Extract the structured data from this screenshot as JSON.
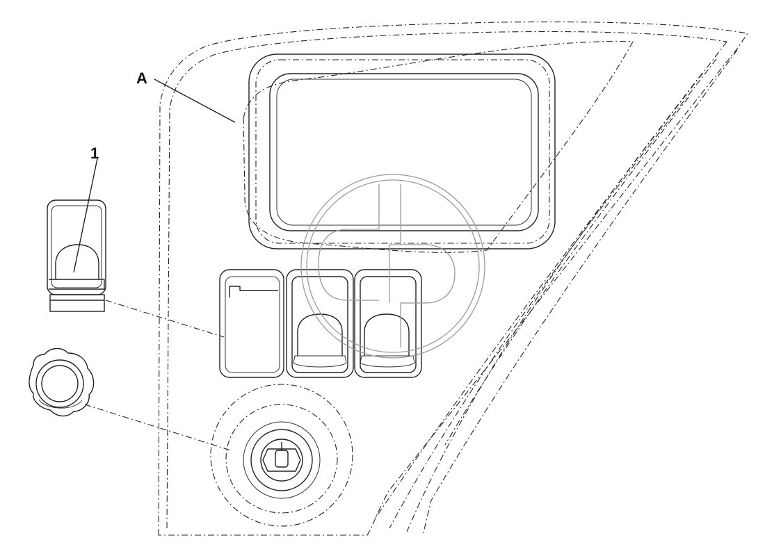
{
  "diagram": {
    "callouts": [
      {
        "id": "A",
        "text": "A"
      },
      {
        "id": "1",
        "text": "1"
      }
    ],
    "colors": {
      "line": "#222222",
      "watermark": "#9a9a9a",
      "background": "#ffffff"
    }
  }
}
